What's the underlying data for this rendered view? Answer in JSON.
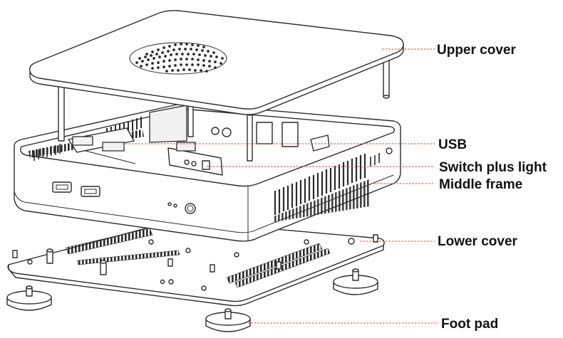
{
  "labels": {
    "upper_cover": "Upper cover",
    "usb": "USB",
    "switch_plus_light": "Switch plus light",
    "middle_frame": "Middle frame",
    "lower_cover": "Lower cover",
    "foot_pad": "Foot pad"
  },
  "colors": {
    "leader_line": "#e0393e",
    "outline": "#2b2b2b",
    "label_text": "#111111"
  }
}
